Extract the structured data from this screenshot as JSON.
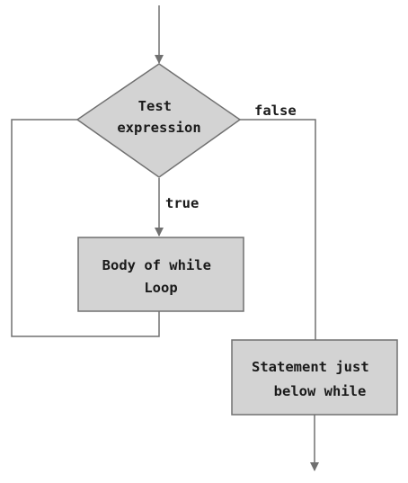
{
  "diagram": {
    "nodes": {
      "condition": {
        "lines": [
          "Test",
          "expression"
        ]
      },
      "body": {
        "lines": [
          "Body of while",
          "Loop"
        ]
      },
      "after": {
        "lines": [
          "Statement just",
          "below while"
        ]
      }
    },
    "edges": {
      "true_label": "true",
      "false_label": "false"
    }
  },
  "colors": {
    "node_fill": "#d3d3d3",
    "stroke": "#707070",
    "text": "#1a1a1a"
  }
}
